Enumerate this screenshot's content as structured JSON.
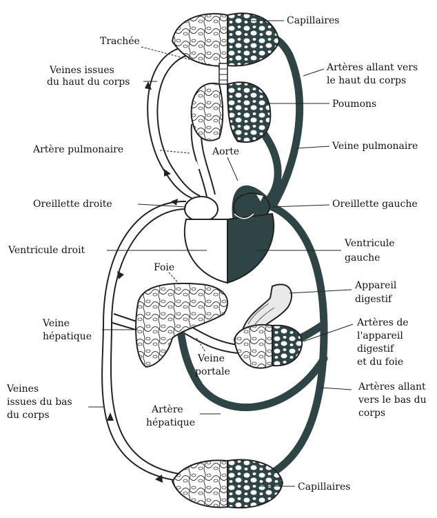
{
  "figure": {
    "colors": {
      "oxygenated_blood": "#2f4545",
      "deoxygenated_blood": "#ffffff",
      "outline": "#222222"
    },
    "labels": {
      "capillaires_top": "Capillaires",
      "trachee": "Trachée",
      "veines_haut_1": "Veines issues",
      "veines_haut_2": "du haut du corps",
      "arteres_haut_1": "Artères allant vers",
      "arteres_haut_2": "le haut du corps",
      "poumons": "Poumons",
      "artere_pulmonaire": "Artère pulmonaire",
      "aorte": "Aorte",
      "veine_pulmonaire": "Veine pulmonaire",
      "oreillette_droite": "Oreillette droite",
      "oreillette_gauche": "Oreillette gauche",
      "ventricule_droit": "Ventricule droit",
      "ventricule_gauche_1": "Ventricule",
      "ventricule_gauche_2": "gauche",
      "foie": "Foie",
      "appareil_digestif_1": "Appareil",
      "appareil_digestif_2": "digestif",
      "veine_hepatique_1": "Veine",
      "veine_hepatique_2": "hépatique",
      "arteres_digestif_1": "Artères de",
      "arteres_digestif_2": "l'appareil",
      "arteres_digestif_3": "digestif",
      "arteres_digestif_4": "et du foie",
      "veine_portale_1": "Veine",
      "veine_portale_2": "portale",
      "veines_bas_1": "Veines",
      "veines_bas_2": "issues du bas",
      "veines_bas_3": "du corps",
      "arteres_bas_1": "Artères allant",
      "arteres_bas_2": "vers le bas du",
      "arteres_bas_3": "corps",
      "artere_hepatique_1": "Artère",
      "artere_hepatique_2": "hépatique",
      "capillaires_bottom": "Capillaires"
    }
  }
}
